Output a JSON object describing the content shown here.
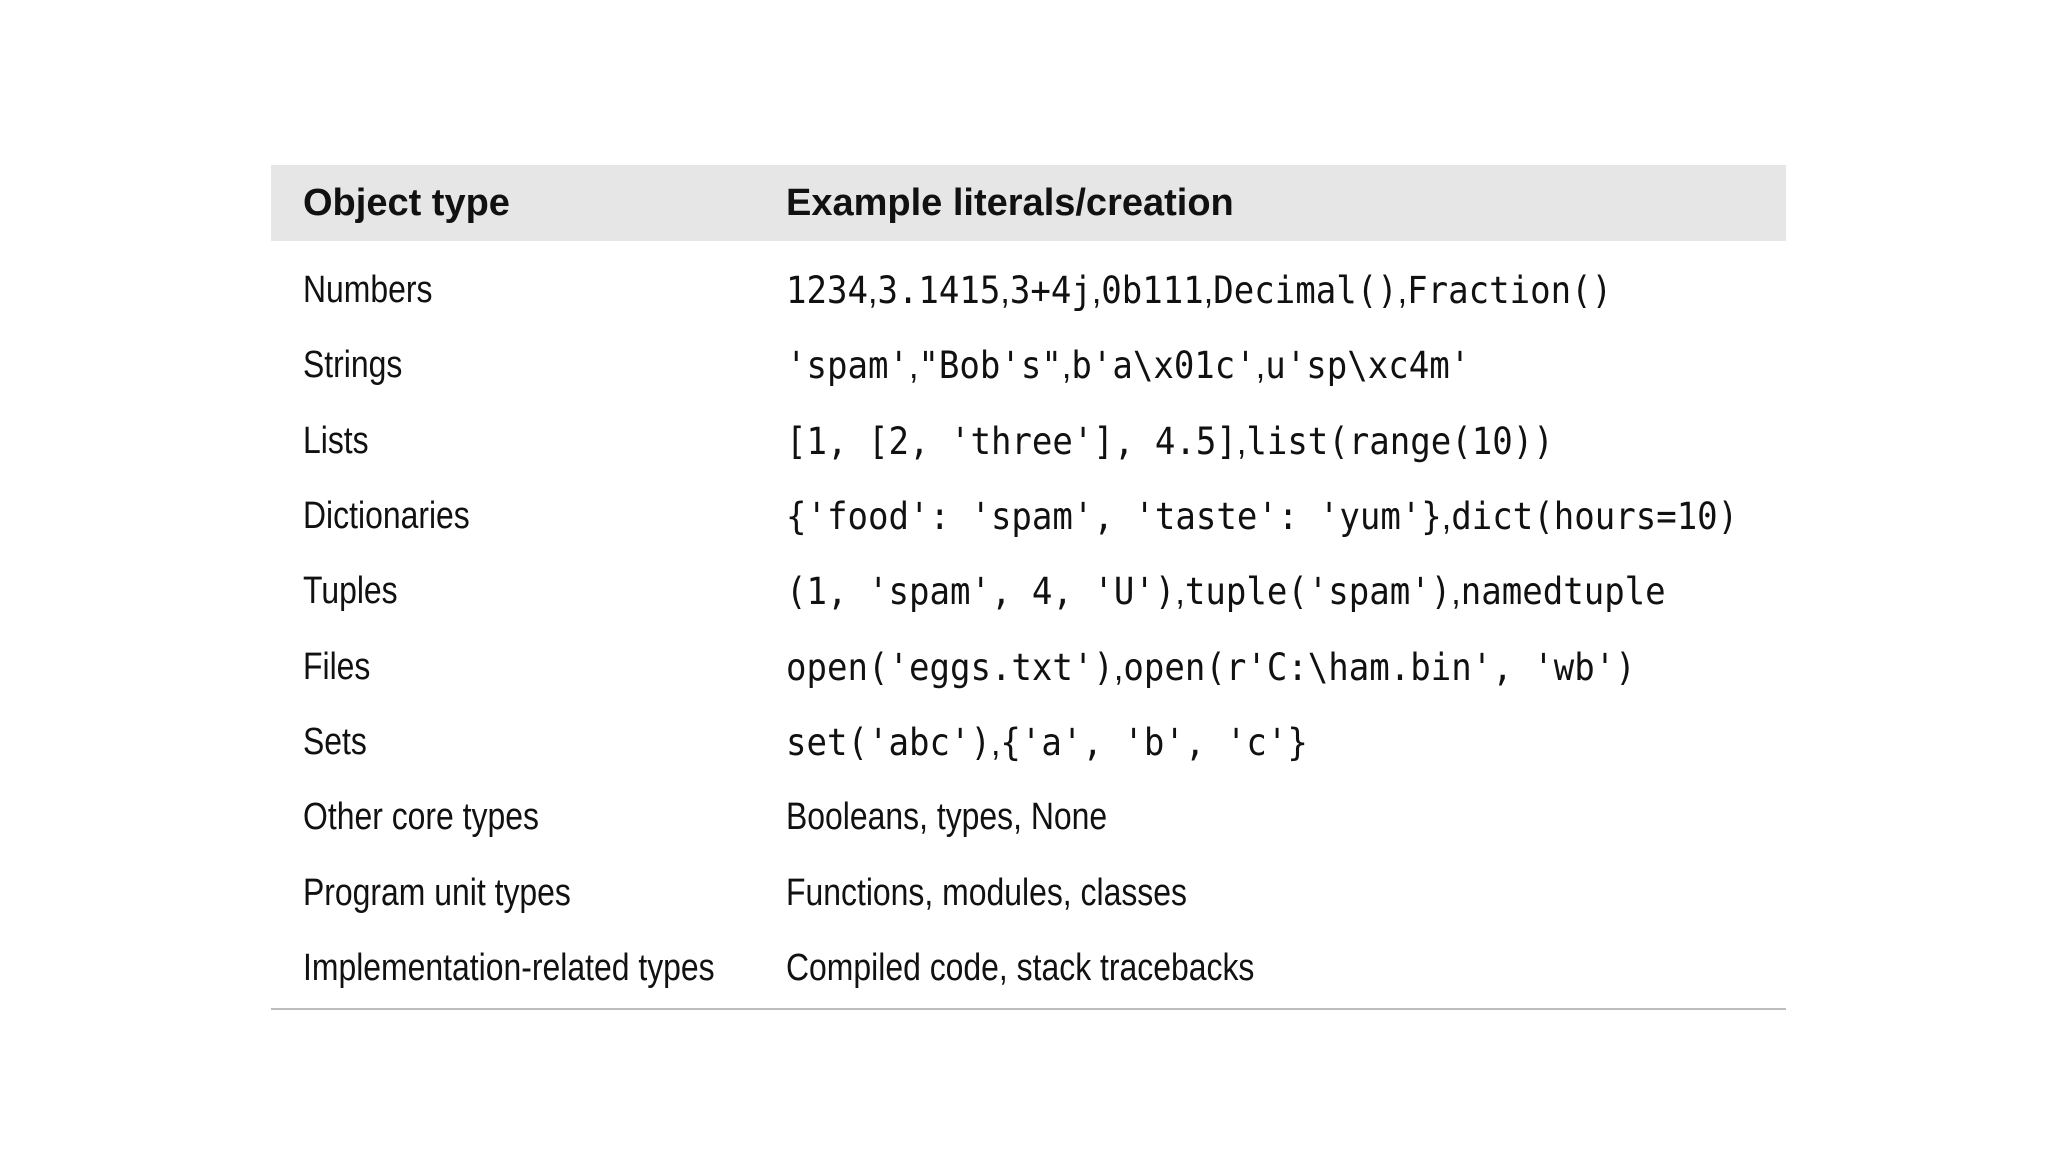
{
  "table": {
    "headers": [
      "Object type",
      "Example literals/creation"
    ],
    "rows": [
      {
        "type": "Numbers",
        "examples": [
          "1234",
          "3.1415",
          "3+4j",
          "0b111",
          "Decimal()",
          "Fraction()"
        ],
        "code": true
      },
      {
        "type": "Strings",
        "examples": [
          "'spam'",
          "\"Bob's\"",
          "b'a\\x01c'",
          "u'sp\\xc4m'"
        ],
        "code": true
      },
      {
        "type": "Lists",
        "examples": [
          "[1, [2, 'three'], 4.5]",
          "list(range(10))"
        ],
        "code": true
      },
      {
        "type": "Dictionaries",
        "examples": [
          "{'food': 'spam', 'taste': 'yum'}",
          "dict(hours=10)"
        ],
        "code": true
      },
      {
        "type": "Tuples",
        "examples": [
          "(1, 'spam', 4, 'U')",
          "tuple('spam')",
          "namedtuple"
        ],
        "code": true
      },
      {
        "type": "Files",
        "examples": [
          "open('eggs.txt')",
          "open(r'C:\\ham.bin', 'wb')"
        ],
        "code": true
      },
      {
        "type": "Sets",
        "examples": [
          "set('abc')",
          "{'a', 'b', 'c'}"
        ],
        "code": true
      },
      {
        "type": "Other core types",
        "text": "Booleans, types, None",
        "code": false
      },
      {
        "type": "Program unit types",
        "text": "Functions, modules, classes",
        "code": false
      },
      {
        "type": "Implementation-related types",
        "text": "Compiled code, stack tracebacks",
        "code": false
      }
    ]
  }
}
